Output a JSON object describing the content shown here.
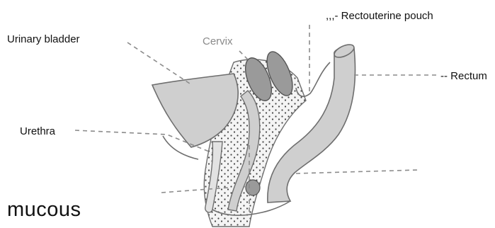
{
  "labels": {
    "urinary_bladder": "Urinary bladder",
    "cervix": "Cervix",
    "rectouterine_pouch": ",,,- Rectouterine pouch",
    "rectum": "-- Rectum",
    "urethra": "Urethra"
  },
  "caption": "mucous",
  "colors": {
    "organ_fill": "#cfcfcf",
    "cervix_fill": "#9a9a9a",
    "tissue_fill": "#f4f4f4",
    "line": "#6e6e6e",
    "leader": "#8c8c8c"
  }
}
